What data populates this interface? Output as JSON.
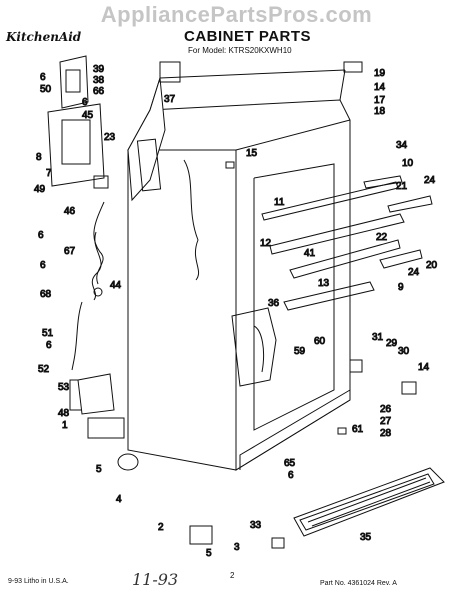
{
  "watermark": "AppliancePartsPros.com",
  "brand": "KitchenAid",
  "title": "CABINET PARTS",
  "model_line": "For Model: KTRS20KXWH10",
  "footer": {
    "left": "9-93 Litho in U.S.A.",
    "handwritten": "11-93",
    "page": "2",
    "right": "Part No. 4361024 Rev. A"
  },
  "callouts": {
    "c39": "39",
    "c6a": "6",
    "c38": "38",
    "c50": "50",
    "c66": "66",
    "c6b": "6",
    "c45": "45",
    "c8": "8",
    "c23": "23",
    "c37": "37",
    "c7": "7",
    "c49": "49",
    "c46": "46",
    "c6c": "6",
    "c67": "67",
    "c6d": "6",
    "c68": "68",
    "c44": "44",
    "c51": "51",
    "c6e": "6",
    "c52": "52",
    "c53": "53",
    "c48": "48",
    "c1": "1",
    "c5a": "5",
    "c4": "4",
    "c2": "2",
    "c5b": "5",
    "c3": "3",
    "c19": "19",
    "c14a": "14",
    "c17": "17",
    "c18": "18",
    "c34": "34",
    "c15": "15",
    "c10": "10",
    "c11": "11",
    "c12": "12",
    "c41": "41",
    "c21": "21",
    "c24a": "24",
    "c22": "22",
    "c13": "13",
    "c9": "9",
    "c24b": "24",
    "c20": "20",
    "c36": "36",
    "c59": "59",
    "c60": "60",
    "c31": "31",
    "c29": "29",
    "c30": "30",
    "c14b": "14",
    "c26": "26",
    "c27": "27",
    "c28": "28",
    "c61": "61",
    "c65": "65",
    "c6f": "6",
    "c33": "33",
    "c35": "35"
  }
}
